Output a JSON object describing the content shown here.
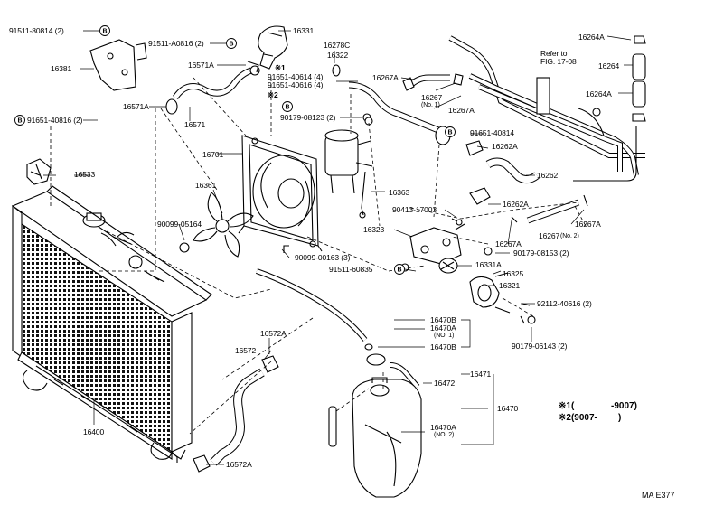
{
  "labels": {
    "p91511_80814": "91511-80814 (2)",
    "p91511_A0816": "91511-A0816 (2)",
    "p16331": "16331",
    "p16381": "16381",
    "p16571A_top": "16571A",
    "p16278C": "16278C",
    "p16322": "16322",
    "note1_mark": "※1",
    "p91651_40614": "91651-40614 (4)",
    "p91651_40616": "91651-40616 (4)",
    "note2_mark": "※2",
    "p16571A_left": "16571A",
    "p16571": "16571",
    "p91651_40816": "91651-40816 (2)",
    "p90179_08123": "90179-08123 (2)",
    "p16267A_a": "16267A",
    "p16267": "16267",
    "p16267_no1": "(No. 1)",
    "p16267A_b": "16267A",
    "refer_to": "Refer to",
    "refer_fig": "FIG. 17-08",
    "p16264A_top": "16264A",
    "p16264": "16264",
    "p16264A_mid": "16264A",
    "p91651_40814": "91651-40814",
    "p16262A_a": "16262A",
    "p16701": "16701",
    "p16533": "16533",
    "p16262": "16262",
    "p16361": "16361",
    "p16363": "16363",
    "p16262A_b": "16262A",
    "p90413_17003": "90413-17003",
    "p16267A_c": "16267A",
    "p90099_05164": "90099-05164",
    "p16323": "16323",
    "p16267A_d": "16267A",
    "p16267_no2": "16267",
    "p16267_no2_sub": "(No. 2)",
    "p90179_08153": "90179-08153 (2)",
    "p90099_00163": "90099-00163 (3)",
    "p16331A": "16331A",
    "p91511_60835": "91511-60835",
    "p16325": "16325",
    "p16321": "16321",
    "p92112_40616": "92112-40616 (2)",
    "p16470B_a": "16470B",
    "p16470A": "16470A",
    "p16470A_no1": "(NO. 1)",
    "p16572A_top": "16572A",
    "p16470B_b": "16470B",
    "p16572": "16572",
    "p90179_06143": "90179-06143 (2)",
    "p16471": "16471",
    "p16472": "16472",
    "p16470": "16470",
    "p16400": "16400",
    "p16470A_b": "16470A",
    "p16470A_no2": "(NO. 2)",
    "p16572A_bot": "16572A"
  },
  "notes": {
    "n1_mark": "※1(",
    "n1_range": "-9007)",
    "n2_mark": "※2(9007-",
    "n2_close": ")"
  },
  "code": "MA  E377",
  "circle_mark": "B"
}
